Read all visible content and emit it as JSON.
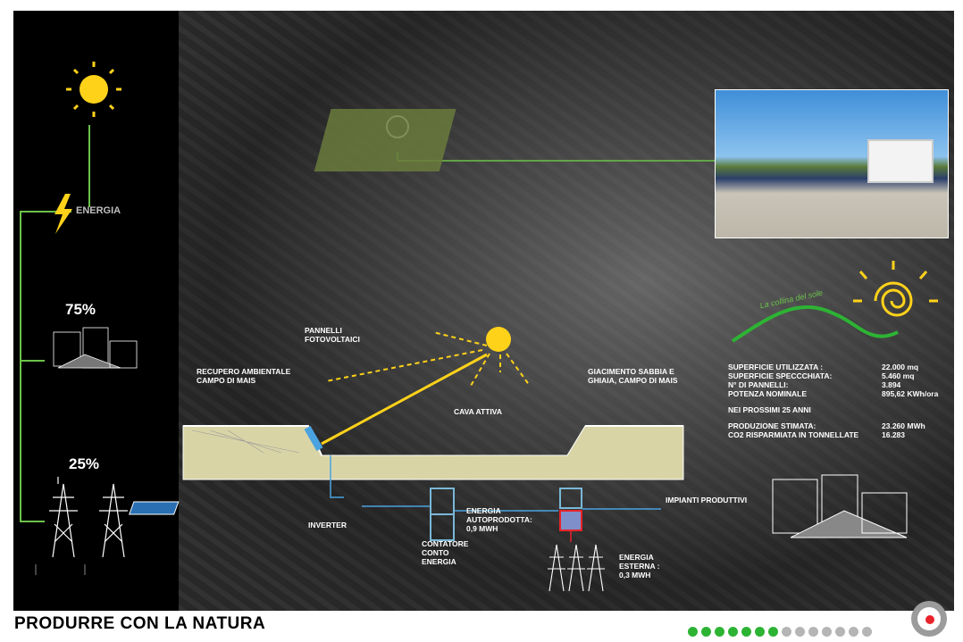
{
  "energy_label": "ENERGIA",
  "pct_top": "75%",
  "pct_bottom": "25%",
  "labels": {
    "pannelli": "PANNELLI\nFOTOVOLTAICI",
    "recupero": "RECUPERO AMBIENTALE\nCAMPO DI MAIS",
    "giacimento": "GIACIMENTO SABBIA E\nGHIAIA, CAMPO DI MAIS",
    "cava": "CAVA ATTIVA",
    "inverter": "INVERTER",
    "contatore": "CONTATORE\nCONTO\nENERGIA",
    "autoprodotta": "ENERGIA\nAUTOPRODOTTA:\n0,9 MWh",
    "impianti": "IMPIANTI PRODUTTIVI",
    "esterna": "ENERGIA\nESTERNA :\n0,3 MWh",
    "collina": "La collina del sole"
  },
  "stats": [
    {
      "label": "SUPERFICIE UTILIZZATA :",
      "value": "22.000 mq"
    },
    {
      "label": "SUPERFICIE SPECCCHIATA:",
      "value": "5.460 mq"
    },
    {
      "label": "N° DI PANNELLI:",
      "value": "3.894"
    },
    {
      "label": "POTENZA NOMINALE",
      "value": "895,62 KWh/ora"
    }
  ],
  "stats_heading": "NEI PROSSIMI 25 ANNI",
  "stats2": [
    {
      "label": "PRODUZIONE STIMATA:",
      "value": "23.260 MWh"
    },
    {
      "label": "CO2 RISPARMIATA IN TONNELLATE",
      "value": "16.283"
    }
  ],
  "title": "PRODURRE CON LA NATURA",
  "progress_dots": {
    "total": 14,
    "filled": 7,
    "filled_color": "#2db334",
    "empty_color": "#b5b5b5"
  },
  "colors": {
    "accent_green": "#6cc24a",
    "sun_yellow": "#ffd21a",
    "line_blue": "#4aa3df"
  }
}
